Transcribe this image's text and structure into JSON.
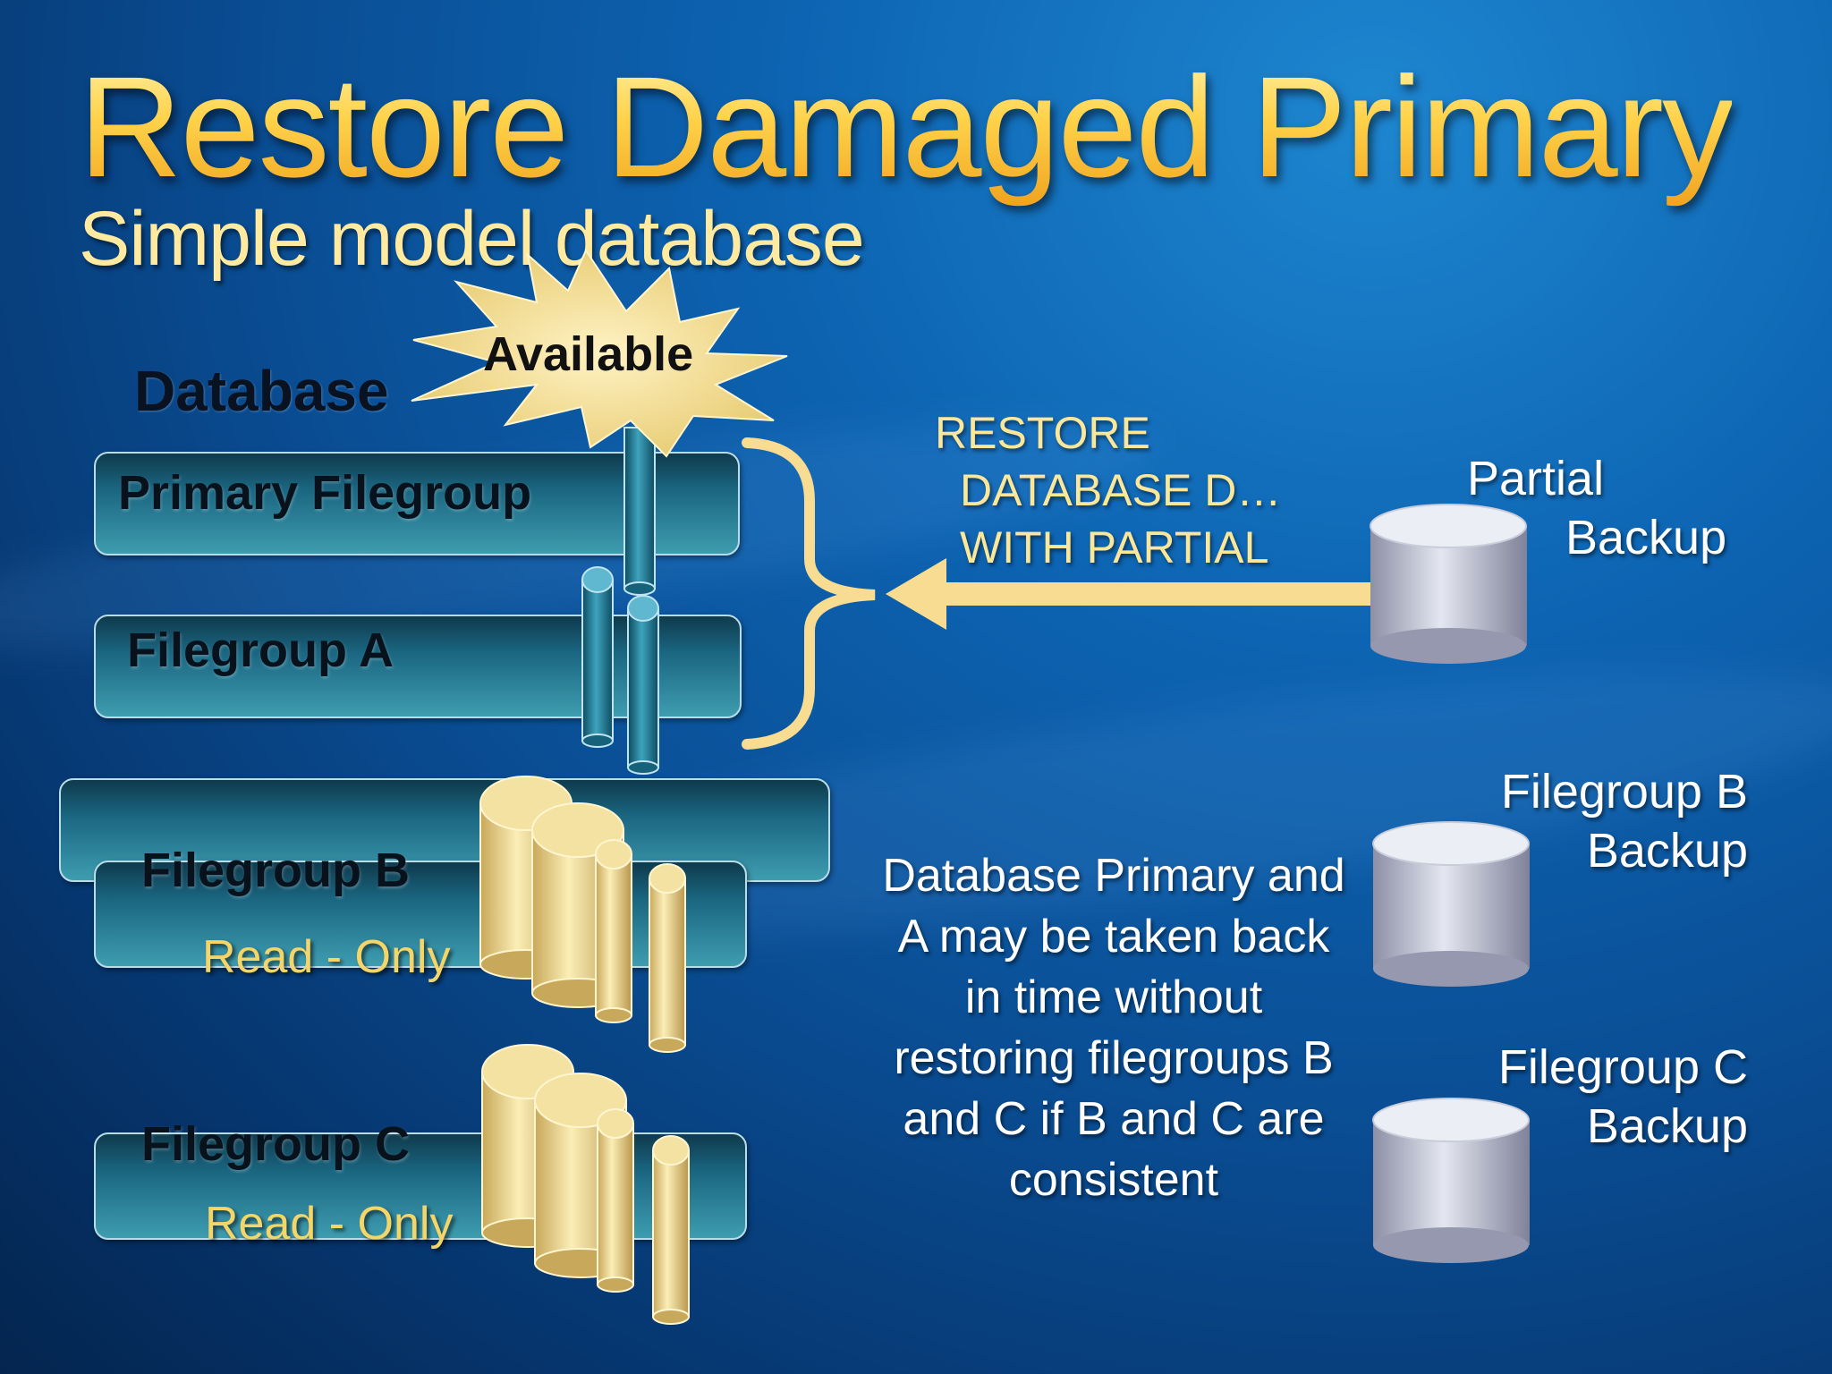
{
  "slide": {
    "title": "Restore Damaged Primary",
    "subtitle": "Simple model database"
  },
  "database": {
    "label": "Database",
    "available_label": "Available"
  },
  "filegroups": {
    "primary": {
      "label": "Primary Filegroup"
    },
    "a": {
      "label": "Filegroup A"
    },
    "b": {
      "label": "Filegroup B",
      "status": "Read - Only"
    },
    "c": {
      "label": "Filegroup C",
      "status": "Read - Only"
    }
  },
  "restore_command": {
    "line1": "RESTORE",
    "line2": "DATABASE D…",
    "line3": "WITH PARTIAL"
  },
  "backups": {
    "partial": {
      "line1": "Partial",
      "line2": "Backup"
    },
    "b": {
      "line1": "Filegroup B",
      "line2": "Backup"
    },
    "c": {
      "line1": "Filegroup C",
      "line2": "Backup"
    }
  },
  "note": "Database Primary and A may be taken back in time without restoring filegroups B and C if B and C are consistent",
  "colors": {
    "title_gold": "#ffd24a",
    "arrow": "#f7dc92",
    "teal_cylinder": "#2a8aa6",
    "gold_cylinder": "#e9d282",
    "backup_cylinder": "#b9bccd"
  }
}
